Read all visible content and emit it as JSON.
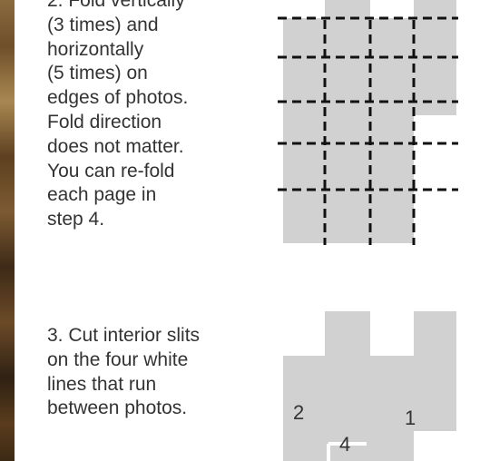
{
  "steps": [
    {
      "text": "2. Fold vertically\n(3 times) and\nhorizontally\n(5 times) on\nedges of photos.\nFold direction\ndoes not matter.\nYou can re-fold\neach page in\nstep 4."
    },
    {
      "text": "3. Cut interior slits\non the four white\nlines that run\nbetween photos."
    }
  ],
  "diagram_step3": {
    "labels": [
      "2",
      "1",
      "4"
    ]
  },
  "colors": {
    "panel": "#d1d1d1",
    "text": "#333333",
    "fold_line": "#111111",
    "background": "#ffffff"
  }
}
